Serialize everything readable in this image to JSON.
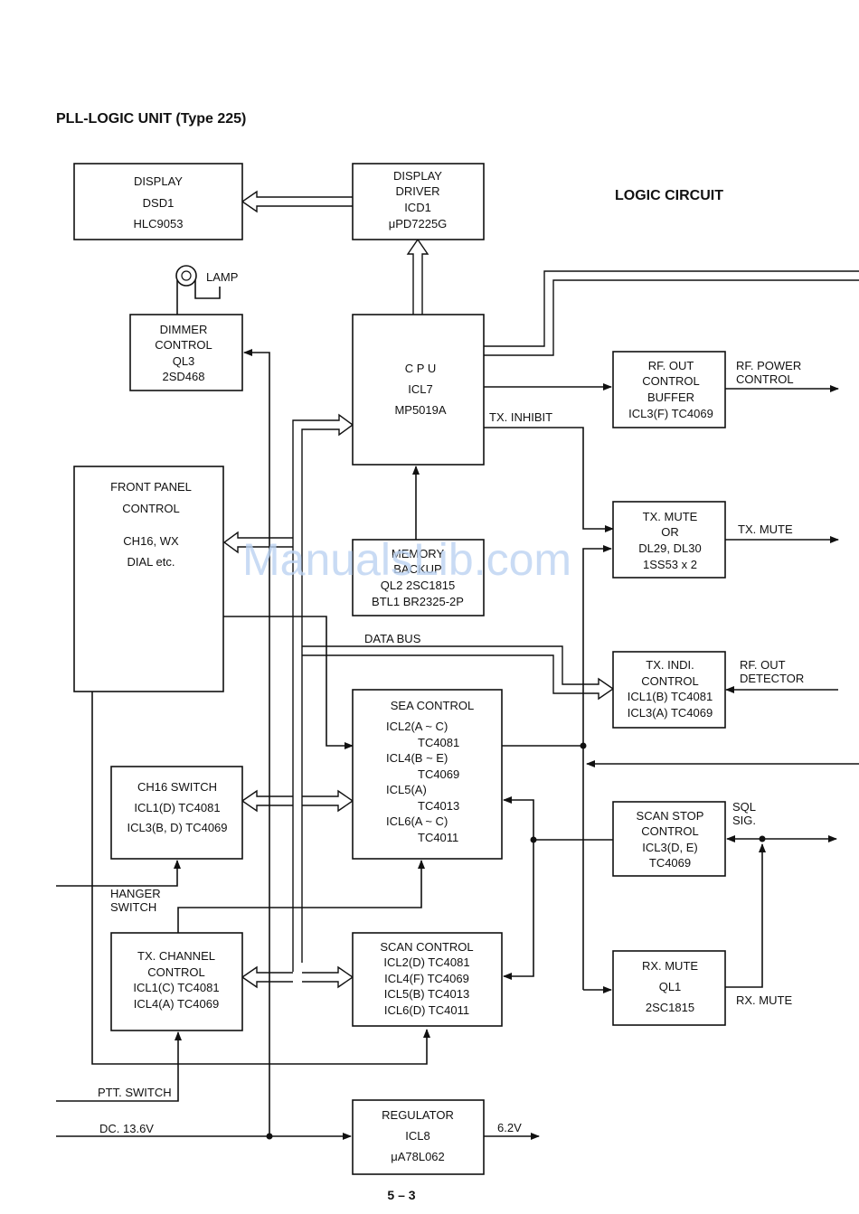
{
  "page": {
    "title": "PLL-LOGIC UNIT (Type 225)",
    "subtitle": "LOGIC CIRCUIT",
    "page_number": "5 – 3",
    "watermark": "ManualsLib.com"
  },
  "blocks": {
    "display": [
      "DISPLAY",
      "DSD1",
      "HLC9053"
    ],
    "display_driver": [
      "DISPLAY",
      "DRIVER",
      "ICD1",
      "μPD7225G"
    ],
    "dimmer": [
      "DIMMER",
      "CONTROL",
      "QL3",
      "2SD468"
    ],
    "cpu": [
      "C P U",
      "ICL7",
      "MP5019A"
    ],
    "rf_out": [
      "RF. OUT",
      "CONTROL",
      "BUFFER",
      "ICL3(F) TC4069"
    ],
    "front_panel": [
      "FRONT PANEL",
      "CONTROL",
      "CH16, WX",
      "DIAL etc."
    ],
    "memory": [
      "MEMORY",
      "BACKUP",
      "QL2 2SC1815",
      "BTL1 BR2325-2P"
    ],
    "tx_mute": [
      "TX. MUTE",
      "OR",
      "DL29, DL30",
      "1SS53 x 2"
    ],
    "tx_indi": [
      "TX. INDI.",
      "CONTROL",
      "ICL1(B) TC4081",
      "ICL3(A) TC4069"
    ],
    "sea": [
      "SEA CONTROL",
      "ICL2(A ~ C)",
      "TC4081",
      "ICL4(B ~ E)",
      "TC4069",
      "ICL5(A)",
      "TC4013",
      "ICL6(A ~ C)",
      "TC4011"
    ],
    "ch16": [
      "CH16 SWITCH",
      "ICL1(D) TC4081",
      "ICL3(B, D) TC4069"
    ],
    "scan_stop": [
      "SCAN STOP",
      "CONTROL",
      "ICL3(D, E)",
      "TC4069"
    ],
    "tx_channel": [
      "TX. CHANNEL",
      "CONTROL",
      "ICL1(C) TC4081",
      "ICL4(A) TC4069"
    ],
    "scan_control": [
      "SCAN CONTROL",
      "ICL2(D) TC4081",
      "ICL4(F) TC4069",
      "ICL5(B) TC4013",
      "ICL6(D) TC4011"
    ],
    "rx_mute": [
      "RX. MUTE",
      "QL1",
      "2SC1815"
    ],
    "regulator": [
      "REGULATOR",
      "ICL8",
      "μA78L062"
    ]
  },
  "signals": {
    "lamp": "LAMP",
    "tx_inhibit": "TX. INHIBIT",
    "rf_power_control": [
      "RF. POWER",
      "CONTROL"
    ],
    "tx_mute_out": "TX. MUTE",
    "data_bus": "DATA BUS",
    "rf_out_detector": [
      "RF. OUT",
      "DETECTOR"
    ],
    "sql_sig": [
      "SQL",
      "SIG."
    ],
    "hanger_switch": [
      "HANGER",
      "SWITCH"
    ],
    "rx_mute_out": "RX. MUTE",
    "ptt_switch": "PTT. SWITCH",
    "dc_in": "DC. 13.6V",
    "v_out": "6.2V"
  }
}
